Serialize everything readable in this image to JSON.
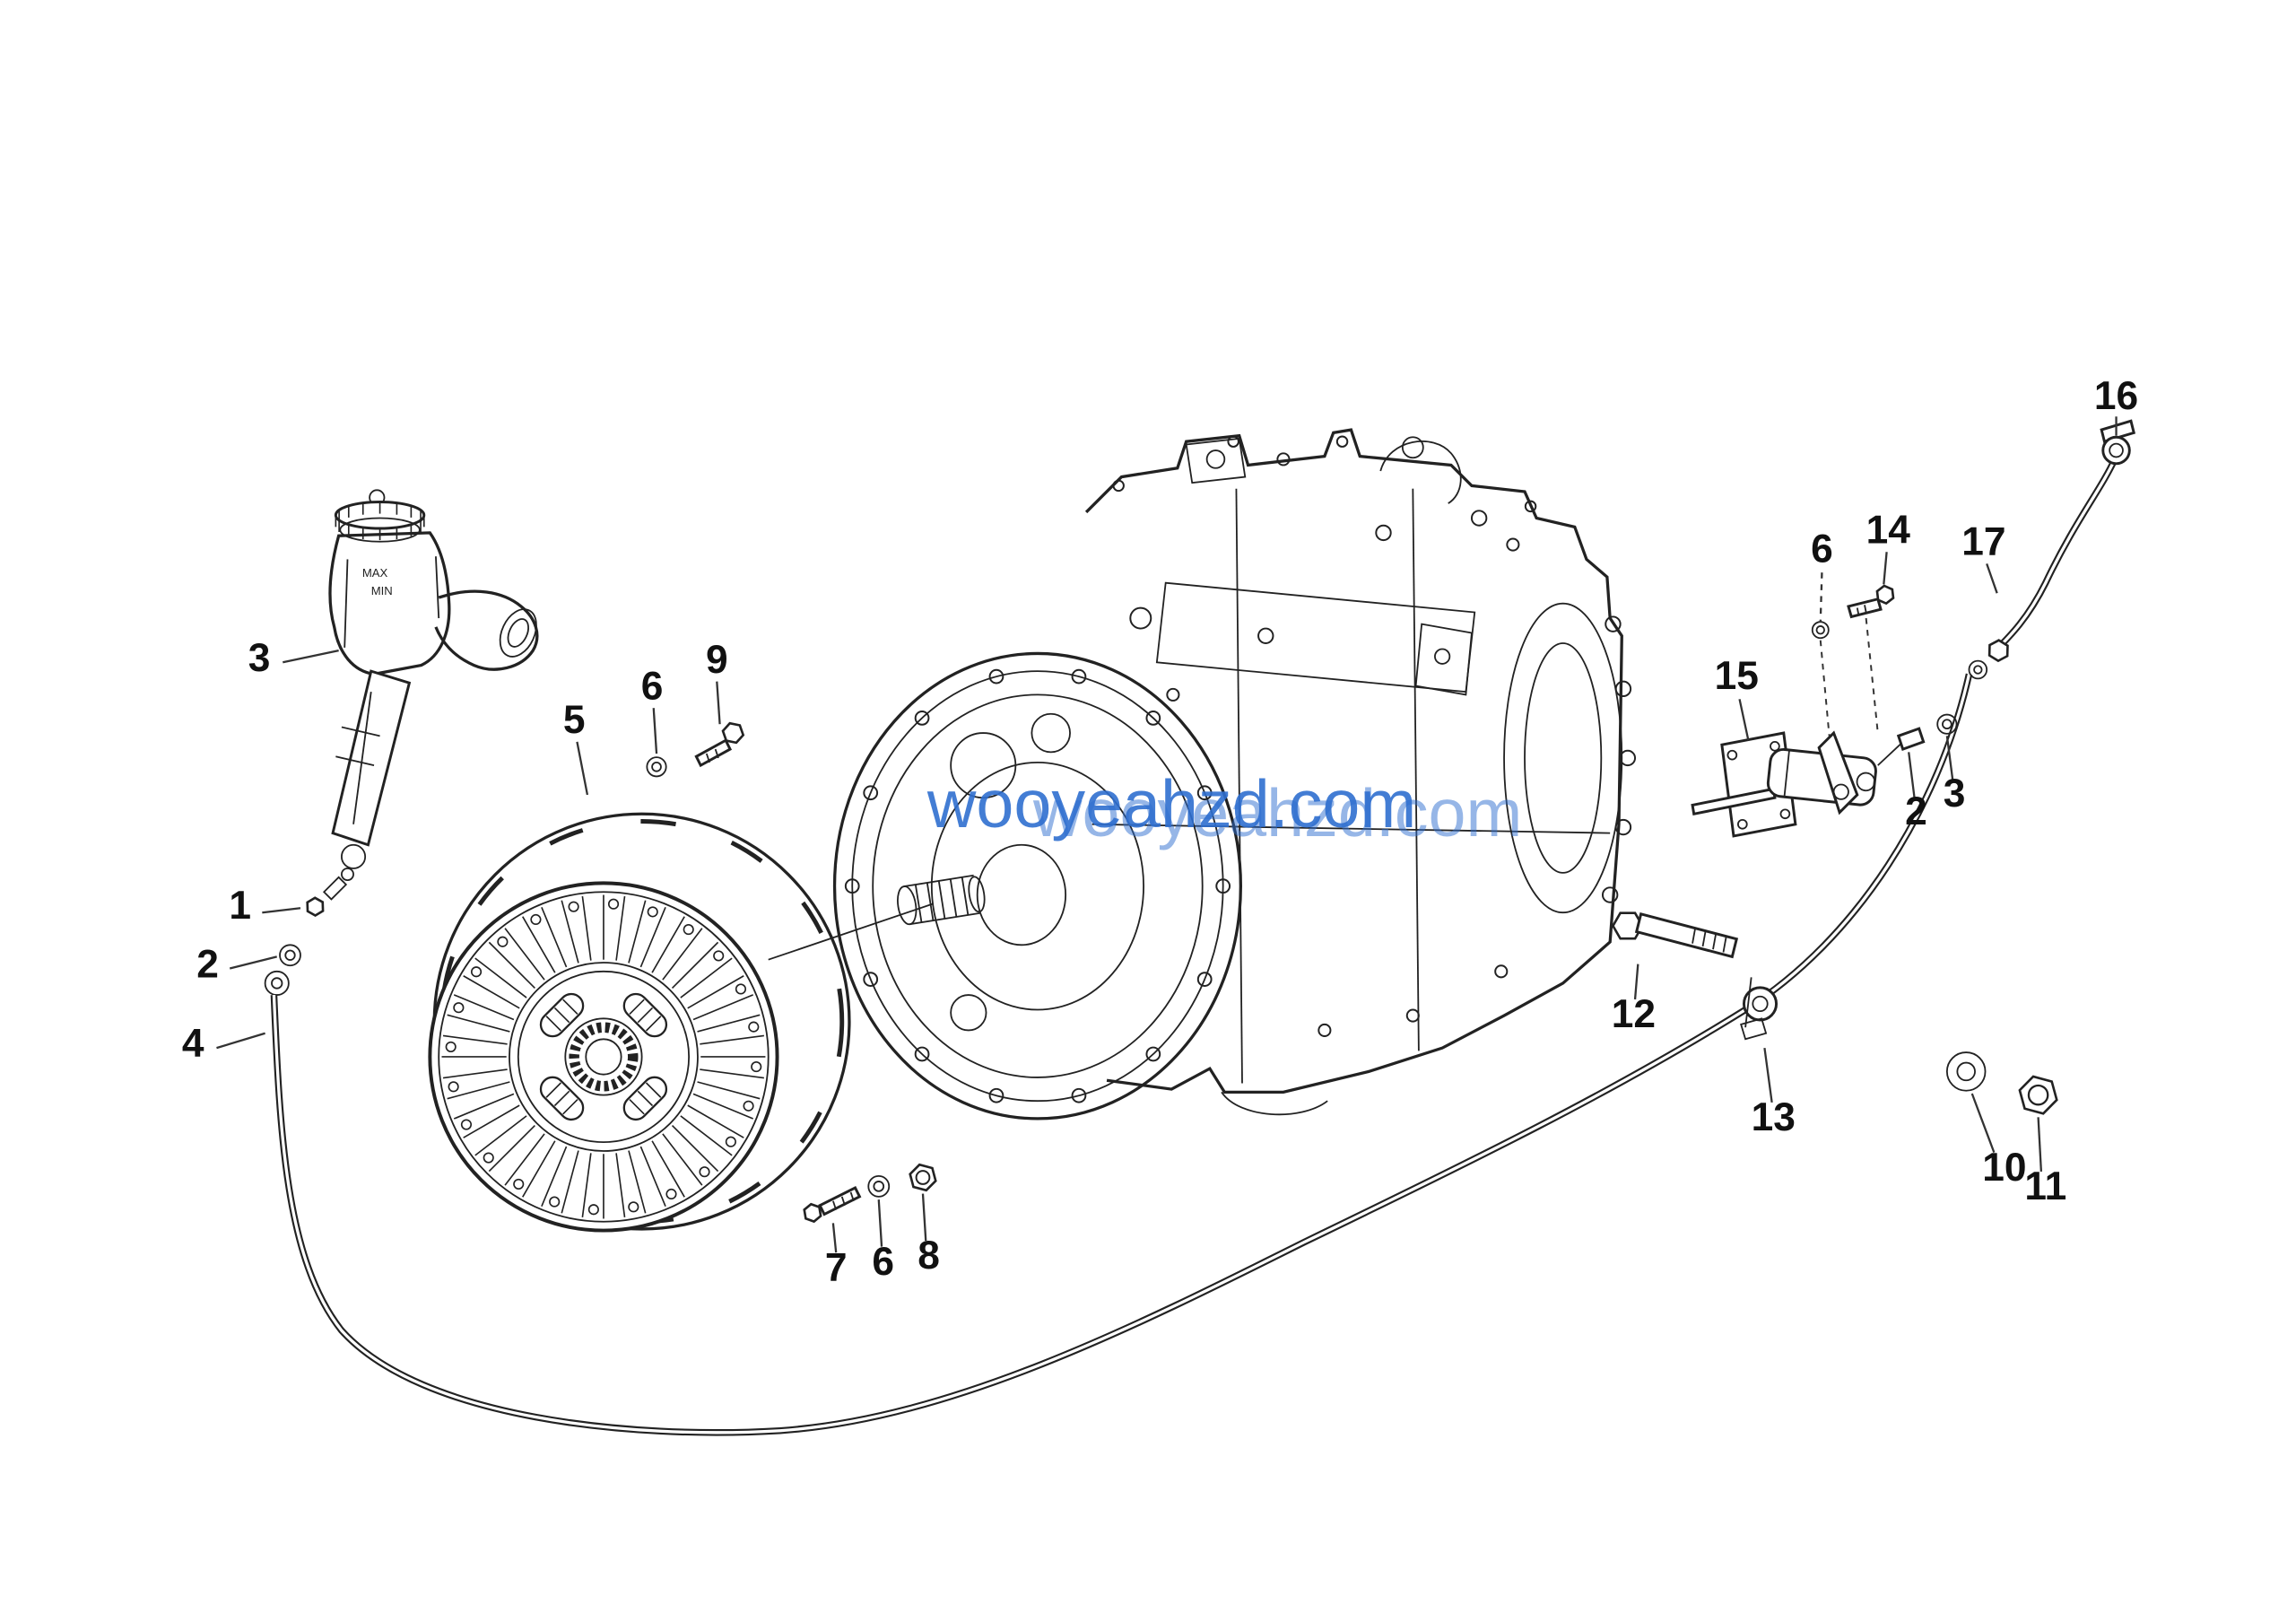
{
  "watermark": {
    "text": "wooyeahzd.com",
    "color": "#2f6fd0"
  },
  "reservoir": {
    "max_label": "MAX",
    "min_label": "MIN"
  },
  "colors": {
    "line": "#222222",
    "background": "#ffffff",
    "watermark": "#2f6fd0"
  },
  "callouts": [
    {
      "label": "3"
    },
    {
      "label": "1"
    },
    {
      "label": "2"
    },
    {
      "label": "4"
    },
    {
      "label": "5"
    },
    {
      "label": "6"
    },
    {
      "label": "9"
    },
    {
      "label": "7"
    },
    {
      "label": "6"
    },
    {
      "label": "8"
    },
    {
      "label": "12"
    },
    {
      "label": "13"
    },
    {
      "label": "10"
    },
    {
      "label": "11"
    },
    {
      "label": "15"
    },
    {
      "label": "6"
    },
    {
      "label": "14"
    },
    {
      "label": "17"
    },
    {
      "label": "16"
    },
    {
      "label": "2"
    },
    {
      "label": "3"
    }
  ]
}
